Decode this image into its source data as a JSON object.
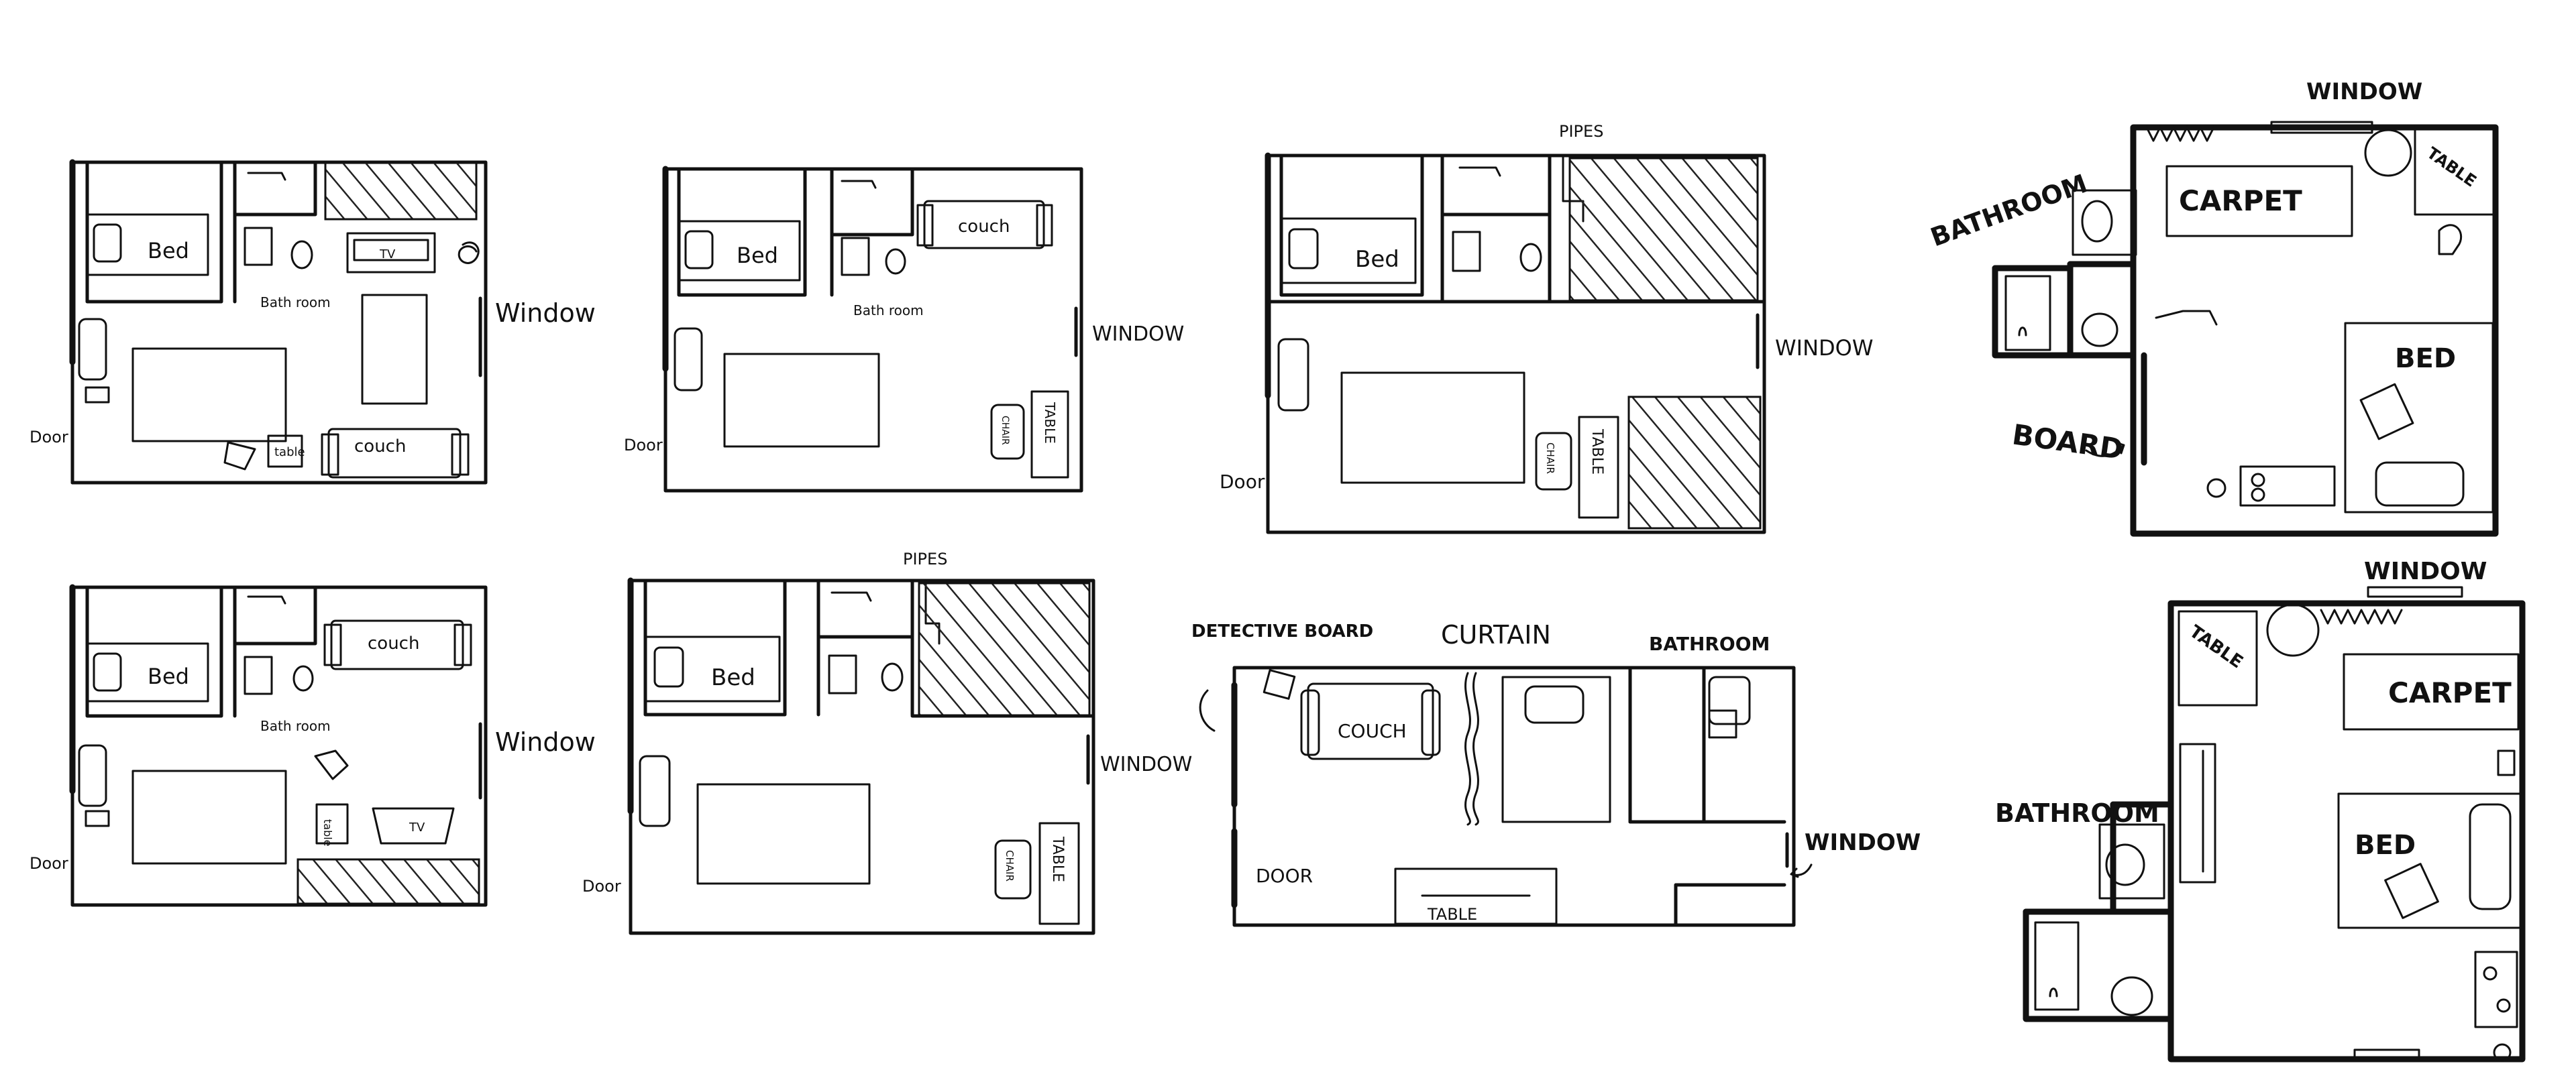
{
  "plans": [
    {
      "bed": "Bed",
      "bathroom": "Bath room",
      "tv": "TV",
      "couch": "couch",
      "table": "table",
      "window": "Window",
      "door": "Door"
    },
    {
      "bed": "Bed",
      "bathroom": "Bath room",
      "couch": "couch",
      "chair": "CHAIR",
      "table": "TABLE",
      "window": "WINDOW",
      "door": "Door"
    },
    {
      "bed": "Bed",
      "pipes": "PIPES",
      "chair": "CHAIR",
      "table": "TABLE",
      "window": "WINDOW",
      "door": "Door"
    },
    {
      "bathroom": "BATHROOM",
      "carpet": "CARPET",
      "table": "TABLE",
      "bed": "BED",
      "board": "BOARD",
      "window": "WINDOW"
    },
    {
      "bed": "Bed",
      "bathroom": "Bath room",
      "couch": "couch",
      "table": "table",
      "tv": "TV",
      "window": "Window",
      "door": "Door"
    },
    {
      "bed": "Bed",
      "pipes": "PIPES",
      "chair": "CHAIR",
      "table": "TABLE",
      "window": "WINDOW",
      "door": "Door"
    },
    {
      "detective_board": "DETECTIVE BOARD",
      "curtain": "CURTAIN",
      "bathroom": "BATHROOM",
      "couch": "COUCH",
      "door": "DOOR",
      "table": "TABLE",
      "window": "WINDOW"
    },
    {
      "window": "WINDOW",
      "table": "TABLE",
      "carpet": "CARPET",
      "bathroom": "BATHROOM",
      "bed": "BED"
    }
  ],
  "icons": {
    "hatch": "hatched-area-icon",
    "toilet": "toilet-icon",
    "sink": "sink-icon",
    "armchair": "armchair-icon",
    "lamp": "lamp-icon",
    "stove": "stove-icon",
    "arrow": "arrow-icon"
  }
}
